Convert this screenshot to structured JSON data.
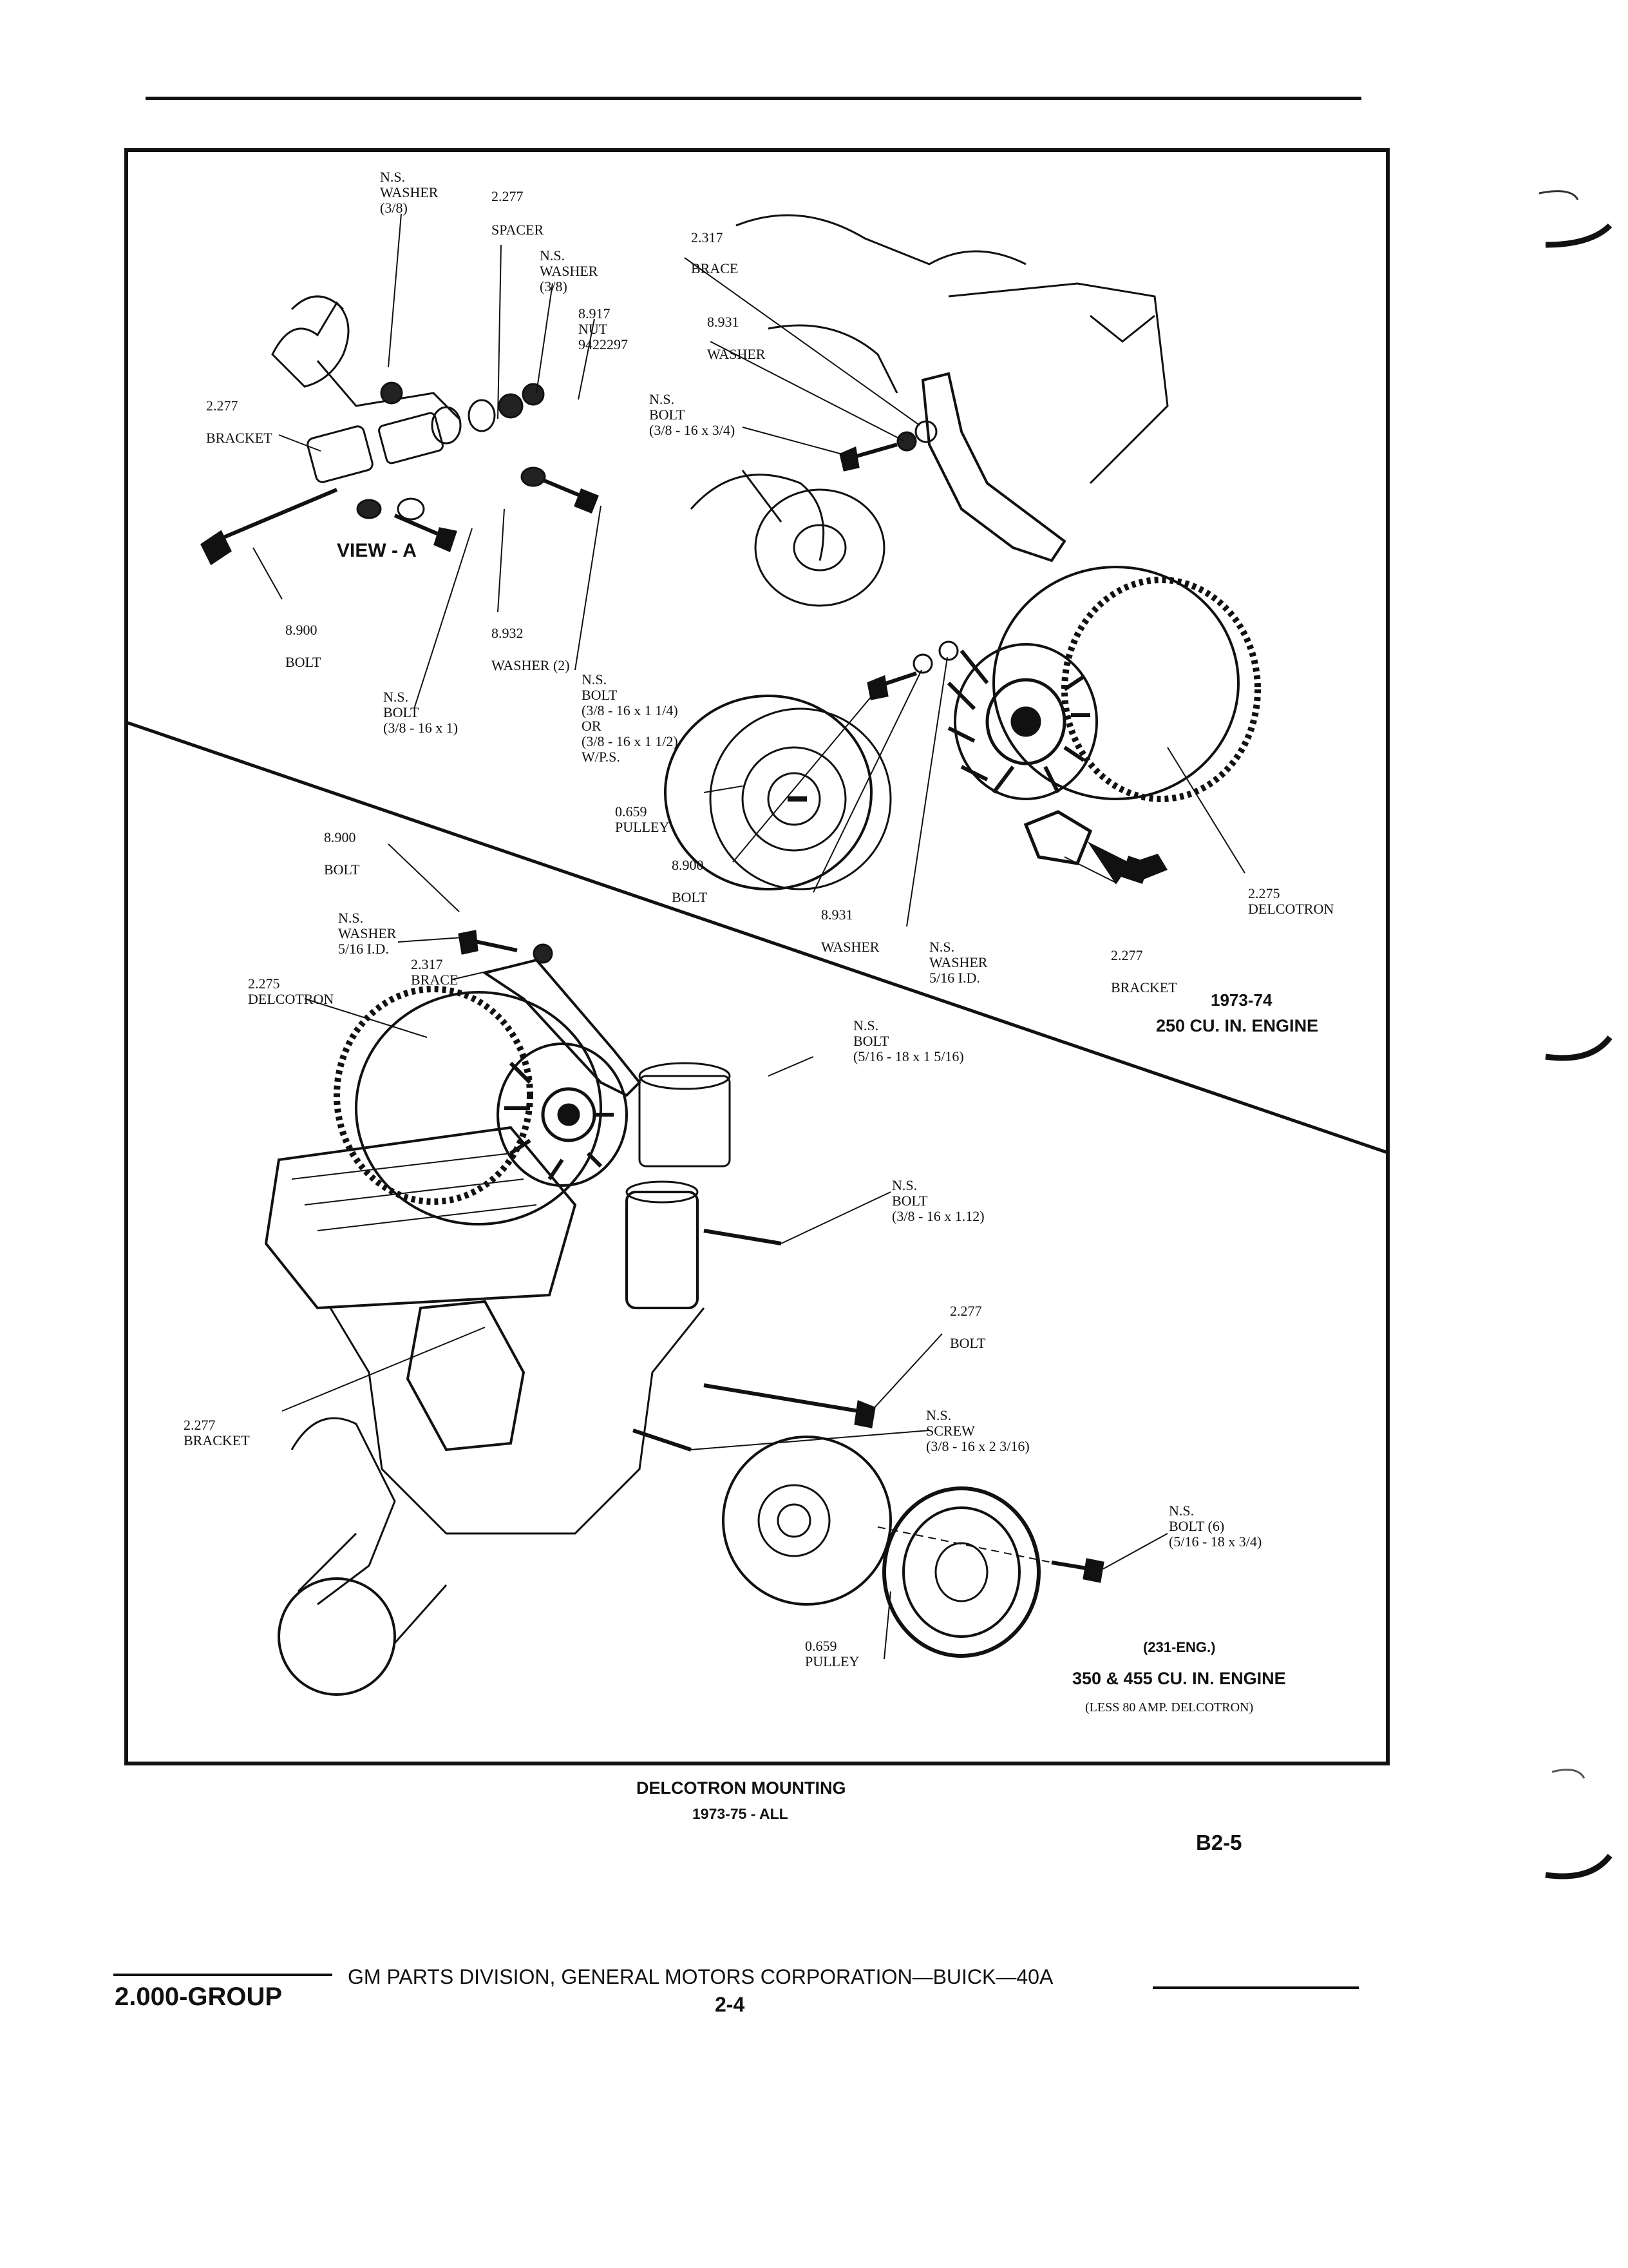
{
  "figure": {
    "view_label": "VIEW - A",
    "callout_letter": "A",
    "labels_top": [
      {
        "id": "t_washer38",
        "lines": [
          "N.S.",
          "WASHER",
          "(3/8)"
        ]
      },
      {
        "id": "t_2277a",
        "lines": [
          "2.277"
        ]
      },
      {
        "id": "t_spacer",
        "lines": [
          "SPACER"
        ]
      },
      {
        "id": "t_nswasher",
        "lines": [
          "N.S.",
          "WASHER",
          "(3/8)"
        ]
      },
      {
        "id": "t_nut",
        "lines": [
          "8.917",
          "NUT",
          "9422297"
        ]
      },
      {
        "id": "t_bracket",
        "lines": [
          "2.277",
          "BRACKET"
        ]
      },
      {
        "id": "t_bolt8900",
        "lines": [
          "8.900",
          "BOLT"
        ]
      },
      {
        "id": "t_nsbolt1",
        "lines": [
          "N.S.",
          "BOLT",
          "(3/8 - 16 x 1)"
        ]
      },
      {
        "id": "t_washer2",
        "lines": [
          "8.932",
          "WASHER (2)"
        ]
      },
      {
        "id": "t_nsboltor",
        "lines": [
          "N.S.",
          "BOLT",
          "(3/8 - 16 x 1 1/4)",
          "OR",
          "(3/8 - 16 x 1 1/2)",
          "W/P.S."
        ]
      },
      {
        "id": "t_brace",
        "lines": [
          "2.317",
          "BRACE"
        ]
      },
      {
        "id": "t_washer8931",
        "lines": [
          "8.931",
          "WASHER"
        ]
      },
      {
        "id": "t_nsbolt34",
        "lines": [
          "N.S.",
          "BOLT",
          "(3/8 - 16 x 3/4)"
        ]
      },
      {
        "id": "t_pulley",
        "lines": [
          "0.659",
          "PULLEY"
        ]
      },
      {
        "id": "t_bolt8900b",
        "lines": [
          "8.900",
          "BOLT"
        ]
      },
      {
        "id": "t_washer8931b",
        "lines": [
          "8.931",
          "WASHER"
        ]
      },
      {
        "id": "t_nswasher516",
        "lines": [
          "N.S.",
          "WASHER",
          "5/16 I.D."
        ]
      },
      {
        "id": "t_bracket2277",
        "lines": [
          "2.277",
          "BRACKET"
        ]
      },
      {
        "id": "t_delcotron",
        "lines": [
          "2.275",
          "DELCOTRON"
        ]
      }
    ],
    "engine_top_year": "1973-74",
    "engine_top_name": "250 CU. IN. ENGINE",
    "labels_bottom": [
      {
        "id": "b_bolt8900",
        "lines": [
          "8.900",
          "BOLT"
        ]
      },
      {
        "id": "b_washer516",
        "lines": [
          "N.S.",
          "WASHER",
          "5/16 I.D."
        ]
      },
      {
        "id": "b_brace",
        "lines": [
          "2.317",
          "BRACE"
        ]
      },
      {
        "id": "b_delcotron",
        "lines": [
          "2.275",
          "DELCOTRON"
        ]
      },
      {
        "id": "b_nsbolt516",
        "lines": [
          "N.S.",
          "BOLT",
          "(5/16 - 18 x 1 5/16)"
        ]
      },
      {
        "id": "b_nsbolt112",
        "lines": [
          "N.S.",
          "BOLT",
          "(3/8 - 16 x 1.12)"
        ]
      },
      {
        "id": "b_bolt2277",
        "lines": [
          "2.277",
          "BOLT"
        ]
      },
      {
        "id": "b_bracket2277",
        "lines": [
          "2.277",
          "BRACKET"
        ]
      },
      {
        "id": "b_screw",
        "lines": [
          "N.S.",
          "SCREW",
          "(3/8 - 16 x 2 3/16)"
        ]
      },
      {
        "id": "b_bolt6",
        "lines": [
          "N.S.",
          "BOLT (6)",
          "(5/16 - 18 x 3/4)"
        ]
      },
      {
        "id": "b_pulley",
        "lines": [
          "0.659",
          "PULLEY"
        ]
      }
    ],
    "engine_bottom_note": "(231-ENG.)",
    "engine_bottom_name": "350 & 455 CU. IN. ENGINE",
    "engine_bottom_sub": "(LESS 80 AMP. DELCOTRON)"
  },
  "caption": {
    "title": "DELCOTRON MOUNTING",
    "subtitle": "1973-75 - ALL"
  },
  "page_code": "B2-5",
  "footer": {
    "group": "2.000-GROUP",
    "source": "GM PARTS DIVISION, GENERAL MOTORS CORPORATION—BUICK—40A",
    "page": "2-4"
  }
}
